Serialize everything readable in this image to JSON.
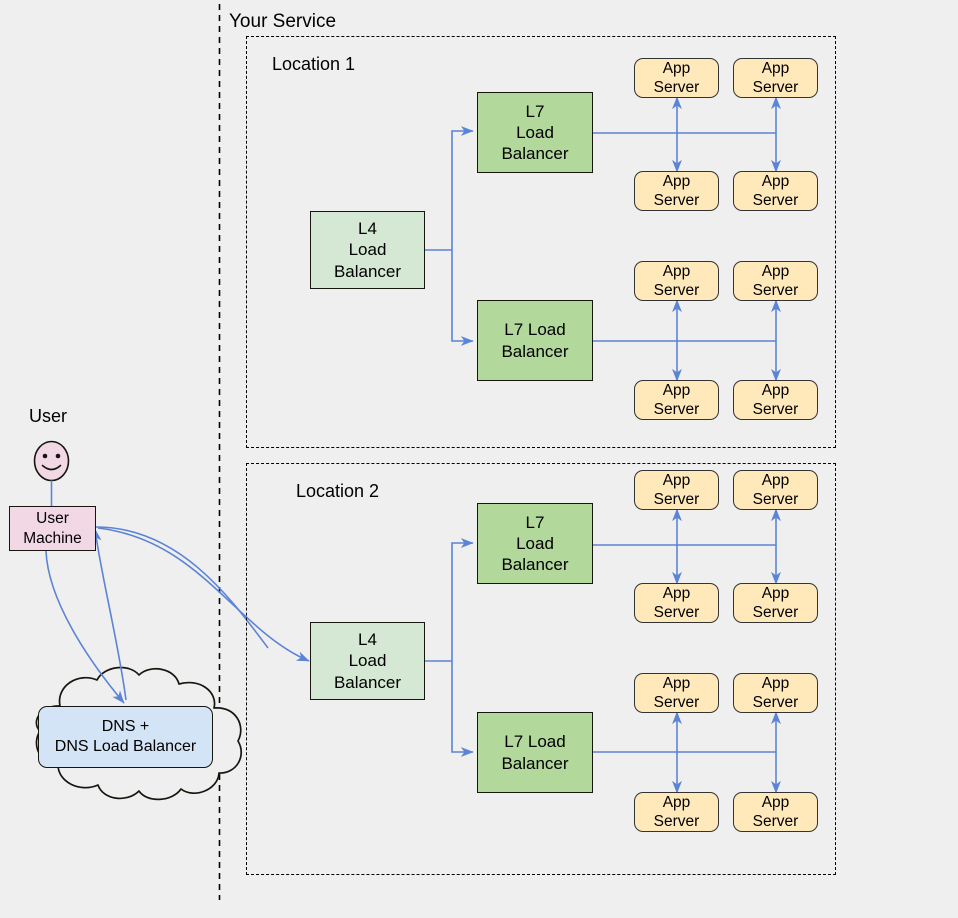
{
  "diagram": {
    "title": "Your Service",
    "background_color": "#efefef",
    "colors": {
      "app_server_fill": "#ffe9bb",
      "l7_fill": "#b3d89c",
      "l4_fill": "#d5e8d4",
      "user_machine_fill": "#f2d7e4",
      "dns_fill": "#d4e4f7",
      "connector": "#5b84d6",
      "border": "#16160f"
    },
    "boundary": {
      "label": "Your Service",
      "style": "dashed-vertical-line"
    },
    "groups": [
      {
        "name": "location-1",
        "label": "Location 1",
        "style": "dashed-rectangle"
      },
      {
        "name": "location-2",
        "label": "Location 2",
        "style": "dashed-rectangle"
      }
    ],
    "user": {
      "actor_label": "User",
      "actor_icon": "smiley-face-person-icon",
      "machine_label": "User\nMachine"
    },
    "cloud": {
      "icon": "cloud-icon",
      "dns_label": "DNS +\nDNS Load Balancer"
    },
    "location1": {
      "l4": {
        "label": "L4\nLoad\nBalancer"
      },
      "l7_top": {
        "label": "L7\nLoad\nBalancer"
      },
      "l7_bottom": {
        "label": "L7 Load\nBalancer"
      },
      "app_servers": [
        {
          "label": "App\nServer"
        },
        {
          "label": "App\nServer"
        },
        {
          "label": "App\nServer"
        },
        {
          "label": "App\nServer"
        },
        {
          "label": "App\nServer"
        },
        {
          "label": "App\nServer"
        },
        {
          "label": "App\nServer"
        },
        {
          "label": "App\nServer"
        }
      ]
    },
    "location2": {
      "l4": {
        "label": "L4\nLoad\nBalancer"
      },
      "l7_top": {
        "label": "L7\nLoad\nBalancer"
      },
      "l7_bottom": {
        "label": "L7 Load\nBalancer"
      },
      "app_servers": [
        {
          "label": "App\nServer"
        },
        {
          "label": "App\nServer"
        },
        {
          "label": "App\nServer"
        },
        {
          "label": "App\nServer"
        },
        {
          "label": "App\nServer"
        },
        {
          "label": "App\nServer"
        },
        {
          "label": "App\nServer"
        },
        {
          "label": "App\nServer"
        }
      ]
    }
  }
}
